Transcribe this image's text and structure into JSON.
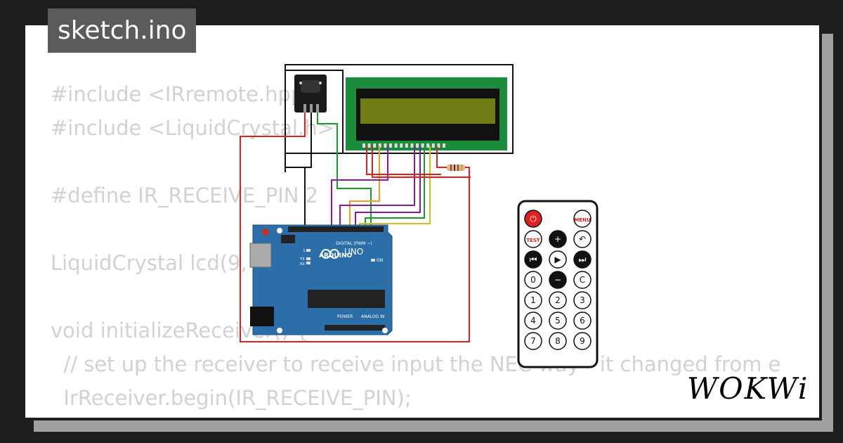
{
  "header": {
    "file_name": "sketch.ino"
  },
  "code_lines": [
    "#include <IRremote.hpp>",
    "#include <LiquidCrystal.h>",
    "",
    "#define IR_RECEIVE_PIN 2",
    "",
    "LiquidCrystal lcd(9,",
    "",
    "void initializeReceiver() {",
    "  // set up the receiver to receive input the NEC way - it changed from e",
    "  IrReceiver.begin(IR_RECEIVE_PIN);",
    "}"
  ],
  "arduino": {
    "brand": "ARDUINO",
    "model": "UNO",
    "digital_label": "DIGITAL (PWM ~)",
    "power_label": "POWER",
    "analog_label": "ANALOG IN",
    "on_label": "ON",
    "l_label": "L",
    "tx_label": "TX",
    "rx_label": "RX"
  },
  "remote": {
    "buttons": [
      [
        "⏻",
        "",
        "MENU"
      ],
      [
        "TEST",
        "+",
        "↶"
      ],
      [
        "⏮",
        "▶",
        "⏭"
      ],
      [
        "0",
        "−",
        "C"
      ],
      [
        "1",
        "2",
        "3"
      ],
      [
        "4",
        "5",
        "6"
      ],
      [
        "7",
        "8",
        "9"
      ]
    ]
  },
  "logo": "WOKWi",
  "colors": {
    "board": "#2b6ea8",
    "lcd_green": "#1a8c3c",
    "lcd_screen": "#6f7d14",
    "wire_red": "#e02020",
    "wire_black": "#111111",
    "wire_green": "#1a9a2a",
    "wire_orange": "#f0a020",
    "wire_purple": "#8a1a9a",
    "wire_yellow": "#d0c020",
    "power_button": "#e02020"
  }
}
